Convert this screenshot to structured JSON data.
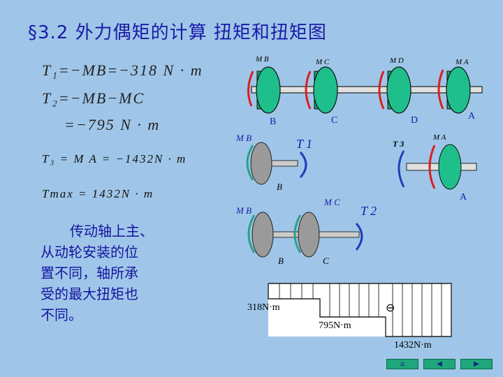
{
  "title": "§3.2 外力偶矩的计算 扭矩和扭矩图",
  "equations": {
    "line1": "T₁=−MB=−318 N · m",
    "line2": "T₂=−MB−MC",
    "line3": "=−795 N · m",
    "line4": "T₃ = M A = −1432N · m",
    "line5": "Tmax = 1432N · m"
  },
  "note_lines": [
    "传动轴上主、",
    "从动轮安装的位",
    "置不同，轴所承",
    "受的最大扭矩也",
    "不同。"
  ],
  "shaft_labels": {
    "moments": [
      "M B",
      "M C",
      "M D",
      "M A"
    ],
    "pulleys": [
      "B",
      "C",
      "D",
      "A"
    ]
  },
  "section1": {
    "moment": "M B",
    "torque": "T 1",
    "pulley": "B"
  },
  "section2": {
    "moment": "M C",
    "moment2": "M B",
    "torque": "T 2",
    "pulleys": [
      "B",
      "C"
    ]
  },
  "section3": {
    "torque": "T 3",
    "moment": "M A",
    "pulley": "A"
  },
  "torque_diagram": {
    "labels": [
      "318N·m",
      "795N·m",
      "1432N·m"
    ],
    "sign": "⊖"
  },
  "nav": [
    "home",
    "prev",
    "next"
  ],
  "colors": {
    "title": "#1a1aa8",
    "pulley": "#1fbf8c",
    "background": "#9fc6e8"
  }
}
